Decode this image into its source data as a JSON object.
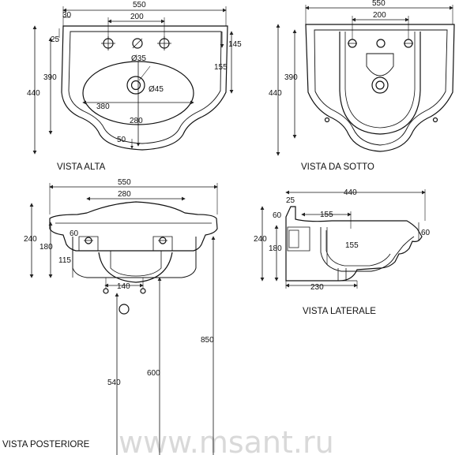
{
  "views": {
    "top": {
      "title": "VISTA ALTA",
      "dims": {
        "width": "550",
        "taps": "200",
        "offset": "30",
        "rim": "25",
        "depth_inner": "390",
        "depth_total": "440",
        "tap_hole": "Ø35",
        "drain": "Ø45",
        "bowl_width": "380",
        "bowl_depth": "280",
        "front": "50",
        "d145": "145",
        "d155": "155"
      }
    },
    "bottom": {
      "title": "VISTA DA SOTTO",
      "dims": {
        "width": "550",
        "taps": "200",
        "d390": "390",
        "d440": "440"
      }
    },
    "rear": {
      "title": "VISTA POSTERIORE",
      "dims": {
        "width": "550",
        "inner": "280",
        "h240": "240",
        "h180": "180",
        "d60": "60",
        "d115": "115",
        "holes": "140",
        "d540": "540",
        "d600": "600",
        "d850": "850"
      }
    },
    "side": {
      "title": "VISTA LATERALE",
      "dims": {
        "depth": "440",
        "d25": "25",
        "d60": "60",
        "d155a": "155",
        "h240": "240",
        "h180": "180",
        "d155b": "155",
        "d230": "230",
        "d60r": "60"
      }
    }
  },
  "watermark": "www.msant.ru"
}
